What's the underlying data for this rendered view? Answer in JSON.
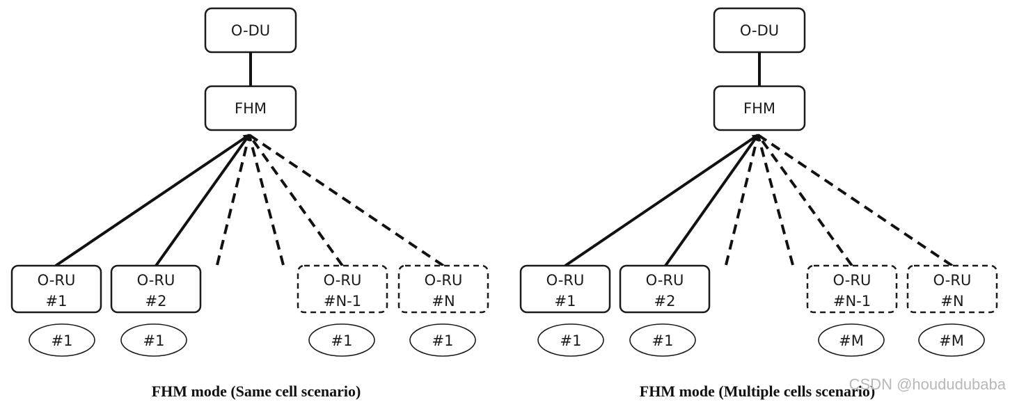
{
  "panels": [
    {
      "odu": "O-DU",
      "fhm": "FHM",
      "rus": [
        {
          "line1": "O-RU",
          "line2": "#1",
          "cell": "#1"
        },
        {
          "line1": "O-RU",
          "line2": "#2",
          "cell": "#1"
        },
        {
          "line1": "O-RU",
          "line2": "#N-1",
          "cell": "#1"
        },
        {
          "line1": "O-RU",
          "line2": "#N",
          "cell": "#1"
        }
      ],
      "caption": "FHM mode (Same cell scenario)"
    },
    {
      "odu": "O-DU",
      "fhm": "FHM",
      "rus": [
        {
          "line1": "O-RU",
          "line2": "#1",
          "cell": "#1"
        },
        {
          "line1": "O-RU",
          "line2": "#2",
          "cell": "#1"
        },
        {
          "line1": "O-RU",
          "line2": "#N-1",
          "cell": "#M"
        },
        {
          "line1": "O-RU",
          "line2": "#N",
          "cell": "#M"
        }
      ],
      "caption": "FHM mode (Multiple cells scenario)"
    }
  ],
  "watermark": "CSDN @hoududubaba"
}
